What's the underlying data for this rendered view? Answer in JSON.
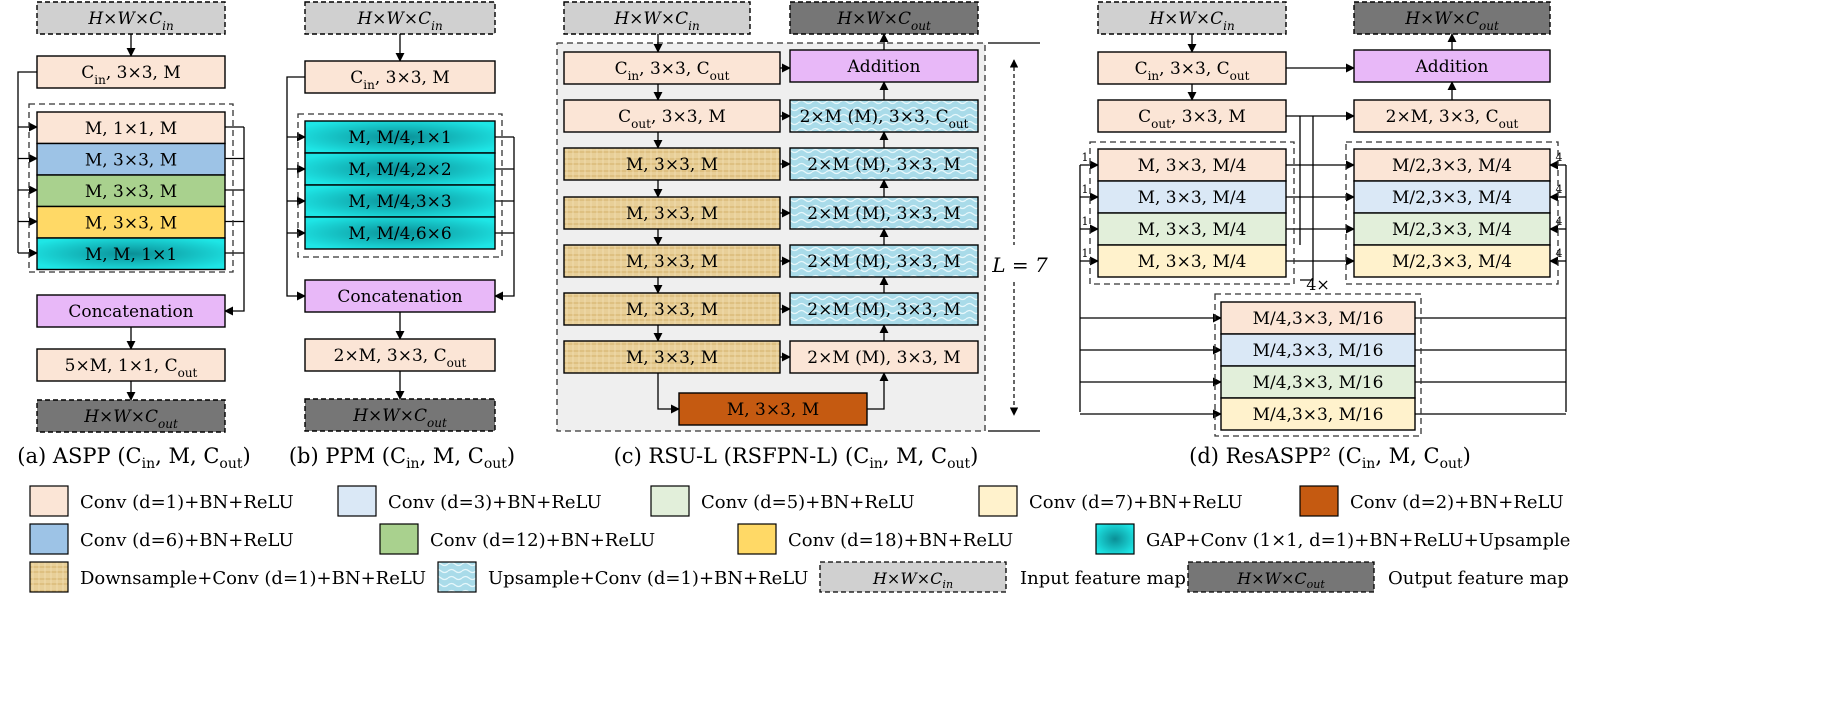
{
  "io": {
    "in": "H×W×C_in",
    "out": "H×W×C_out"
  },
  "aspp": {
    "caption": "(a) ASPP (C_in, M, C_out)",
    "top": "C_in, 3×3, M",
    "branches": [
      "M, 1×1, M",
      "M, 3×3, M",
      "M, 3×3, M",
      "M, 3×3, M",
      "M, M, 1×1"
    ],
    "concat": "Concatenation",
    "final": "5×M, 1×1, C_out"
  },
  "ppm": {
    "caption": "(b) PPM (C_in, M, C_out)",
    "top": "C_in, 3×3, M",
    "branches": [
      "M, M/4,1×1",
      "M, M/4,2×2",
      "M, M/4,3×3",
      "M, M/4,6×6"
    ],
    "concat": "Concatenation",
    "final": "2×M, 3×3, C_out"
  },
  "rsu": {
    "caption": "(c) RSU-L (RSFPN-L) (C_in, M, C_out)",
    "enc": [
      "C_in, 3×3, C_out",
      "C_out, 3×3, M",
      "M, 3×3, M",
      "M, 3×3, M",
      "M, 3×3, M",
      "M, 3×3, M",
      "M, 3×3, M"
    ],
    "bottom": "M, 3×3, M",
    "addition": "Addition",
    "dec": [
      "2×M (M), 3×3, C_out",
      "2×M (M), 3×3, M",
      "2×M (M), 3×3, M",
      "2×M (M), 3×3, M",
      "2×M (M), 3×3, M",
      "2×M (M), 3×3, M"
    ],
    "depth": "L = 7"
  },
  "resaspp": {
    "caption": "(d) ResASPP² (C_in, M, C_out)",
    "enc": [
      "C_in, 3×3, C_out",
      "C_out, 3×3, M"
    ],
    "left": [
      "M, 3×3, M/4",
      "M, 3×3, M/4",
      "M, 3×3, M/4",
      "M, 3×3, M/4"
    ],
    "right": [
      "M/2,3×3, M/4",
      "M/2,3×3, M/4",
      "M/2,3×3, M/4",
      "M/2,3×3, M/4"
    ],
    "inner": [
      "M/4,3×3, M/16",
      "M/4,3×3, M/16",
      "M/4,3×3, M/16",
      "M/4,3×3, M/16"
    ],
    "addition": "Addition",
    "dec": "2×M, 3×3, C_out",
    "mult": "4×",
    "dil_left": [
      "1",
      "1",
      "1",
      "1"
    ],
    "dil_right": [
      "4",
      "4",
      "4",
      "4"
    ]
  },
  "legend": [
    {
      "key": "peach",
      "label": "Conv (d=1)+BN+ReLU"
    },
    {
      "key": "lightblue",
      "label": "Conv (d=3)+BN+ReLU"
    },
    {
      "key": "lightgreen",
      "label": "Conv (d=5)+BN+ReLU"
    },
    {
      "key": "lightyellow",
      "label": "Conv (d=7)+BN+ReLU"
    },
    {
      "key": "orange",
      "label": "Conv (d=2)+BN+ReLU"
    },
    {
      "key": "blue",
      "label": "Conv (d=6)+BN+ReLU"
    },
    {
      "key": "green",
      "label": "Conv (d=12)+BN+ReLU"
    },
    {
      "key": "yellow",
      "label": "Conv (d=18)+BN+ReLU"
    },
    {
      "key": "cyan",
      "label": "GAP+Conv (1×1, d=1)+BN+ReLU+Upsample"
    },
    {
      "key": "tan",
      "label": "Downsample+Conv (d=1)+BN+ReLU"
    },
    {
      "key": "water",
      "label": "Upsample+Conv (d=1)+BN+ReLU"
    },
    {
      "key": "in",
      "label": "Input feature map",
      "swatch": "H×W×C_in"
    },
    {
      "key": "out",
      "label": "Output feature map",
      "swatch": "H×W×C_out"
    }
  ],
  "colors": {
    "peach": "#fbe5d6",
    "lightblue": "#dae8f6",
    "lightgreen": "#e2efda",
    "lightyellow": "#fff2cc",
    "orange": "#c55a11",
    "blue": "#9dc3e6",
    "green": "#a9d18e",
    "yellow": "#ffd966",
    "cyan": "#19d1d1",
    "tan": "#e8cf98",
    "water": "#a6dbe8",
    "violet": "#e8b8f8",
    "in": "#d0d0d0",
    "out": "#767676",
    "panel": "#efefef"
  }
}
